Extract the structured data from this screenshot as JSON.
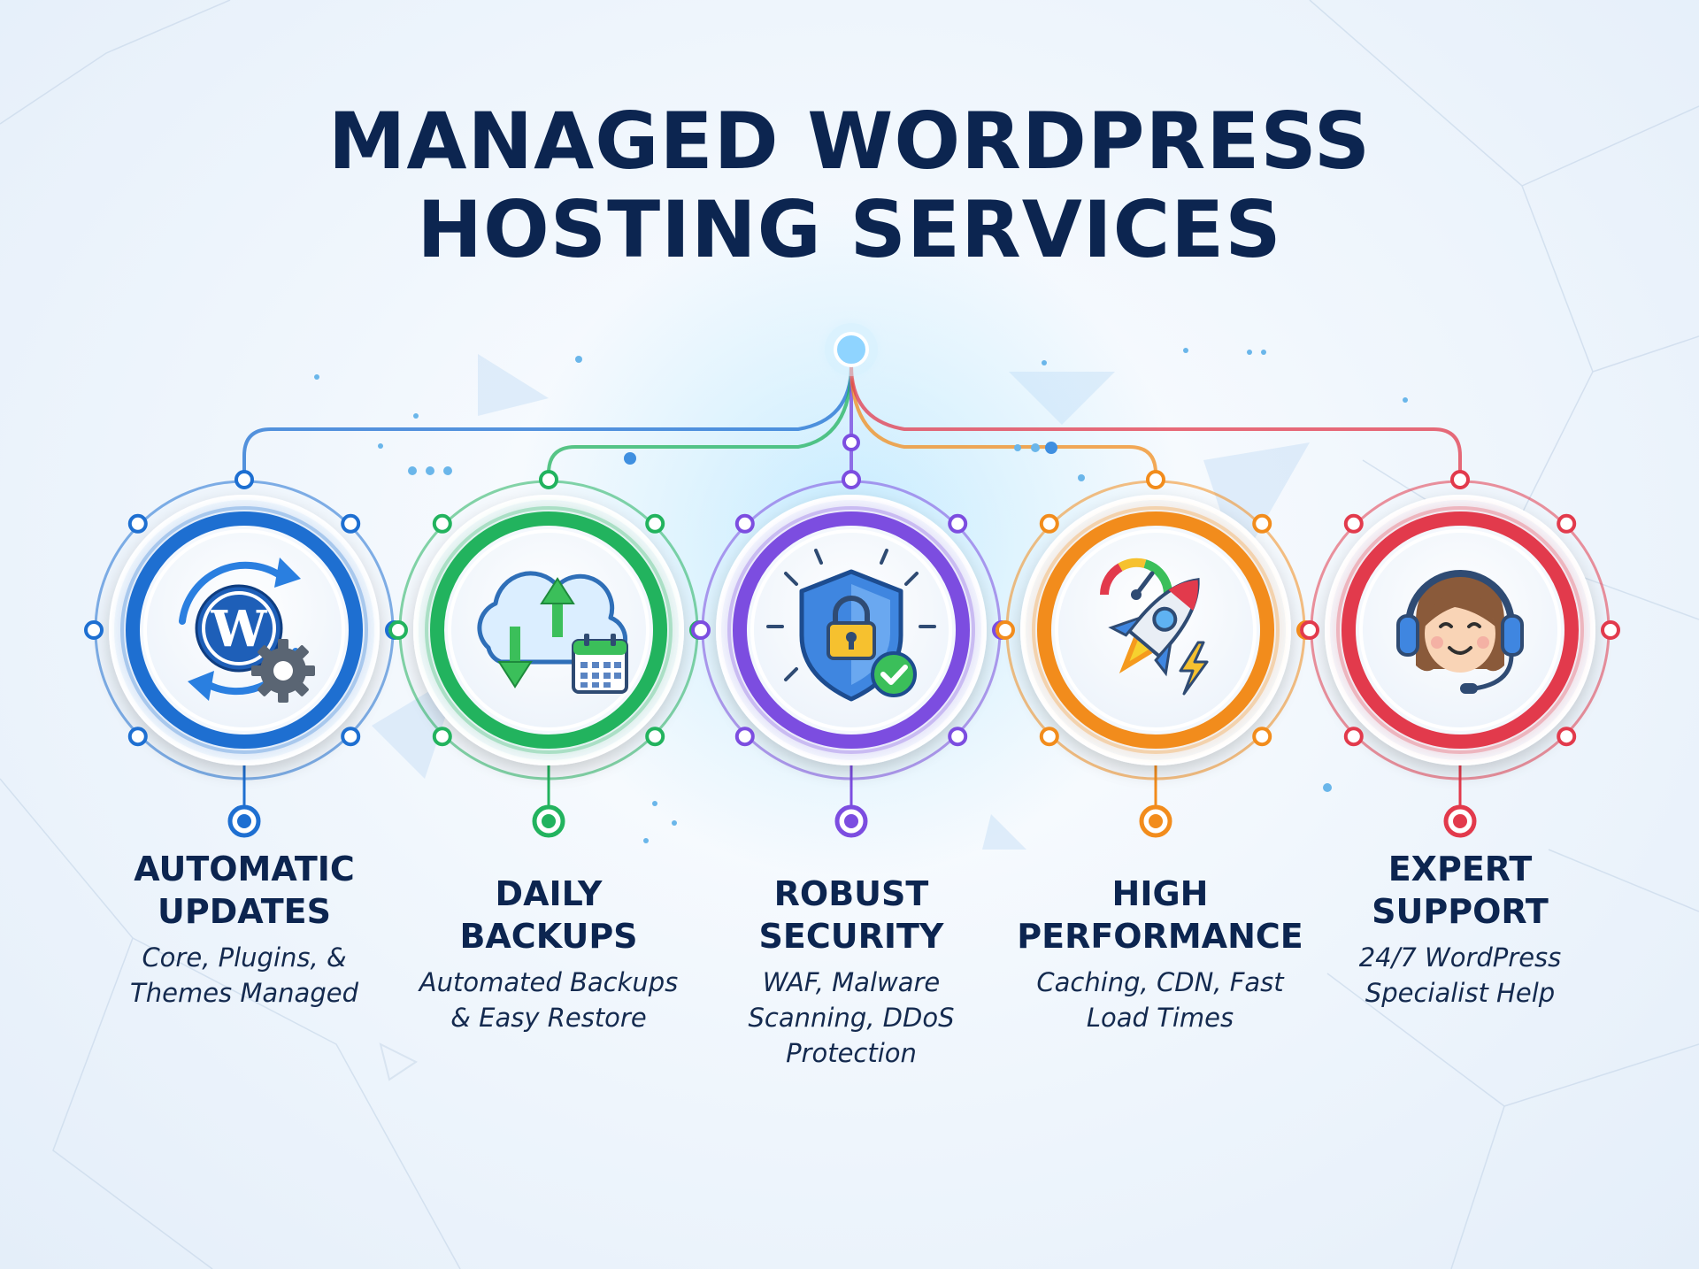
{
  "title": {
    "line1": "MANAGED WORDPRESS",
    "line2": "HOSTING SERVICES"
  },
  "features": [
    {
      "title_lines": [
        "AUTOMATIC",
        "UPDATES"
      ],
      "desc_lines": [
        "Core, Plugins, &",
        "Themes Managed"
      ],
      "color": "#1e6fd1",
      "icon": "wordpress-update-icon"
    },
    {
      "title_lines": [
        "DAILY",
        "BACKUPS"
      ],
      "desc_lines": [
        "Automated Backups",
        "& Easy Restore"
      ],
      "color": "#22b35e",
      "icon": "cloud-backup-calendar-icon"
    },
    {
      "title_lines": [
        "ROBUST",
        "SECURITY"
      ],
      "desc_lines": [
        "WAF, Malware",
        "Scanning, DDoS",
        "Protection"
      ],
      "color": "#7c4de0",
      "icon": "shield-lock-icon"
    },
    {
      "title_lines": [
        "HIGH",
        "PERFORMANCE"
      ],
      "desc_lines": [
        "Caching, CDN, Fast",
        "Load Times"
      ],
      "color": "#f28c1c",
      "icon": "rocket-speedometer-icon"
    },
    {
      "title_lines": [
        "EXPERT",
        "SUPPORT"
      ],
      "desc_lines": [
        "24/7 WordPress",
        "Specialist Help"
      ],
      "color": "#e23a4c",
      "icon": "support-agent-headset-icon"
    }
  ]
}
